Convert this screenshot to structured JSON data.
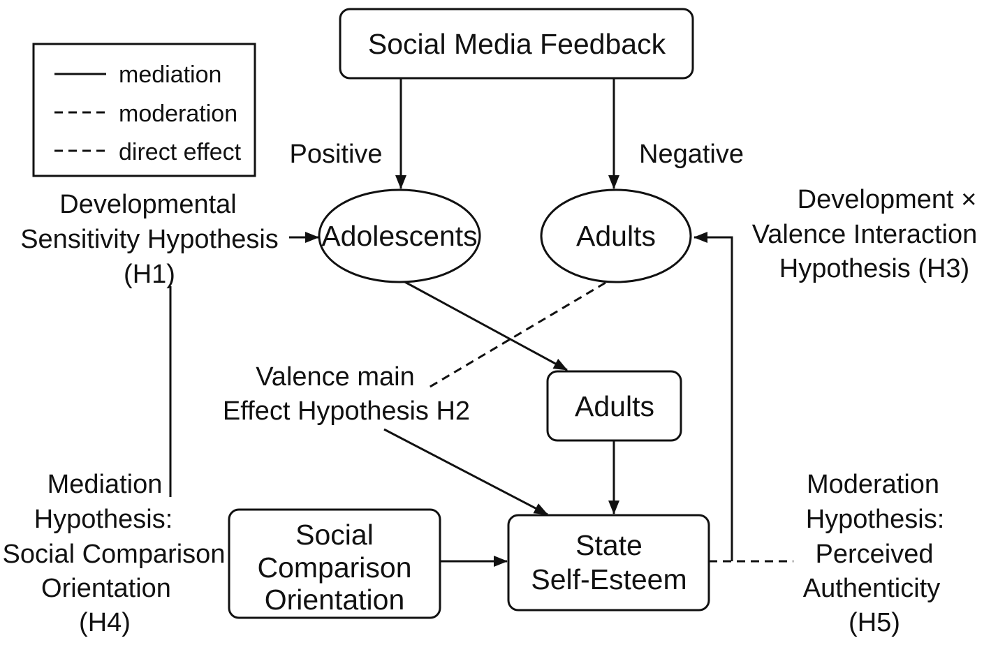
{
  "legend": {
    "mediation": "mediation",
    "moderation": "moderation",
    "direct_effect": "direct effect"
  },
  "nodes": {
    "feedback": "Social Media Feedback",
    "adolescents": "Adolescents",
    "adults_ellipse": "Adults",
    "adults_box": "Adults",
    "self_esteem": [
      "State",
      "Self-Esteem"
    ],
    "social_comparison": [
      "Social",
      "Comparison",
      "Orientation"
    ]
  },
  "edge_labels": {
    "positive": "Positive",
    "negative": "Negative"
  },
  "hypotheses": {
    "h1": [
      "Developmental",
      "Sensitivity Hypothesis",
      "(H1)"
    ],
    "h2": [
      "Valence main",
      "Effect Hypothesis H2"
    ],
    "h3": [
      "Development ×",
      "Valence Interaction",
      "Hypothesis (H3)"
    ],
    "h4": [
      "Mediation",
      "Hypothesis:",
      "Social Comparison",
      "Orientation",
      "(H4)"
    ],
    "h5": [
      "Moderation",
      "Hypothesis:",
      "Perceived",
      "Authenticity",
      "(H5)"
    ]
  }
}
